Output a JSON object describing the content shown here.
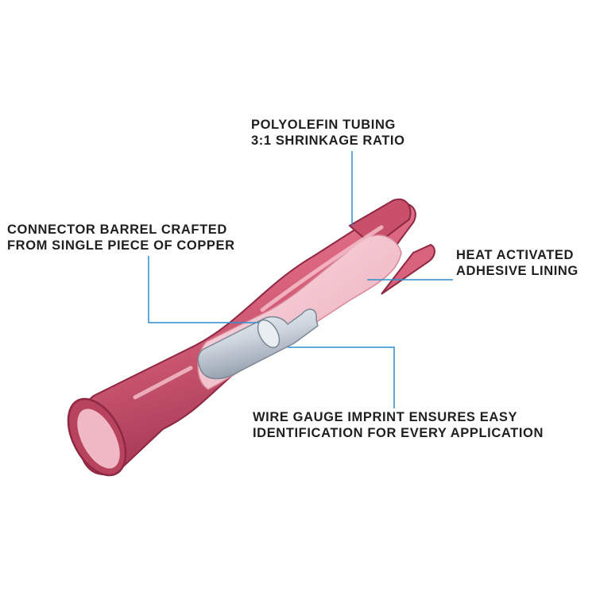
{
  "labels": {
    "tubing": {
      "line1": "POLYOLEFIN TUBING",
      "line2": "3:1 SHRINKAGE RATIO"
    },
    "barrel": {
      "line1": "CONNECTOR BARREL CRAFTED",
      "line2": "FROM SINGLE PIECE OF COPPER"
    },
    "adhesive": {
      "line1": "HEAT ACTIVATED",
      "line2": "ADHESIVE LINING"
    },
    "gauge": {
      "line1": "WIRE GAUGE IMPRINT ENSURES EASY",
      "line2": "IDENTIFICATION FOR EVERY APPLICATION"
    }
  },
  "colors": {
    "tube_outer": "#d9627c",
    "tube_dark": "#8f2843",
    "tube_inner": "#f4c2cc",
    "barrel_metal": "#c9d2dc",
    "leader_line": "#2b8fcf"
  }
}
